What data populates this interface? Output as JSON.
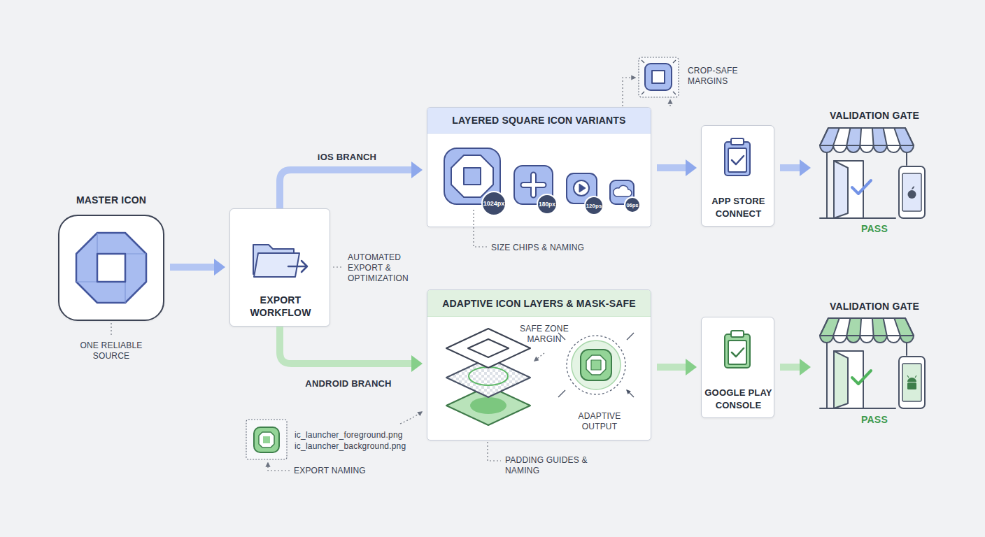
{
  "diagram": {
    "nodes": [
      {
        "text": [
          "MASTER ICON"
        ]
      },
      {
        "text": [
          "EXPORT WORKFLOW"
        ]
      },
      {
        "text": [
          "LAYERED SQUARE ICON VARIANTS"
        ]
      },
      {
        "text": [
          "1024px"
        ],
        "in": 2
      },
      {
        "text": [
          "180px"
        ],
        "in": 2
      },
      {
        "text": [
          "120ps"
        ],
        "in": 2
      },
      {
        "text": [
          "06ps"
        ],
        "in": 2
      },
      {
        "text": [
          "APP STORE CONNECT"
        ]
      },
      {
        "text": [
          "VALIDATION GATE",
          "PASS"
        ]
      },
      {
        "text": [
          "ADAPTIVE ICON LAYERS & MASK-SAFE"
        ]
      },
      {
        "text": [
          "GOOGLE PLAY CONSOLE"
        ]
      },
      {
        "text": [
          "VALIDATION GATE",
          "PASS"
        ]
      }
    ],
    "edges": [
      {
        "from": 0,
        "to": 1,
        "arrow": "to"
      },
      {
        "from": 1,
        "to": 2,
        "label": "iOS BRANCH",
        "arrow": "to"
      },
      {
        "from": 1,
        "to": 9,
        "label": "ANDROID BRANCH",
        "arrow": "to"
      },
      {
        "from": 2,
        "to": 7,
        "arrow": "to"
      },
      {
        "from": 7,
        "to": 8,
        "arrow": "to"
      },
      {
        "from": 9,
        "to": 10,
        "arrow": "to"
      },
      {
        "from": 10,
        "to": 11,
        "arrow": "to"
      }
    ],
    "labels": [
      "ONE RELIABLE SOURCE",
      "AUTOMATED EXPORT & OPTIMIZATION",
      "CROP-SAFE MARGINS",
      "SIZE CHIPS & NAMING",
      "SAFE ZONE MARGIN",
      "ADAPTIVE OUTPUT",
      "ic_launcher_foreground.png",
      "ic_launcher_background.png",
      "EXPORT NAMING",
      "PADDING GUIDES & NAMING"
    ]
  }
}
